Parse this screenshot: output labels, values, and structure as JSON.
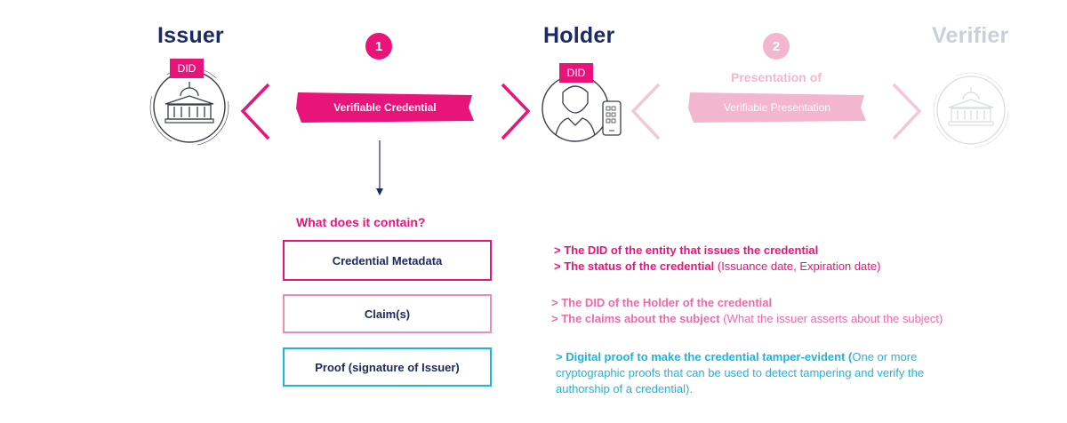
{
  "roles": {
    "issuer": "Issuer",
    "holder": "Holder",
    "verifier": "Verifier"
  },
  "steps": {
    "one": "1",
    "two": "2"
  },
  "did_tags": {
    "issuer": "DID",
    "holder": "DID"
  },
  "flow": {
    "credential_label": "Verifiable Credential",
    "presentation_title": "Presentation of",
    "presentation_label": "Verifiable Presentation"
  },
  "contents": {
    "question": "What does it contain?",
    "boxes": [
      {
        "label": "Credential Metadata"
      },
      {
        "label": "Claim(s)"
      },
      {
        "label": "Proof (signature of Issuer)"
      }
    ],
    "descriptions": [
      {
        "line1_bold": "> The DID of the entity that issues the credential",
        "line2_bold": "> The status of the credential",
        "line2_rest": " (Issuance date, Expiration date)"
      },
      {
        "line1_bold": "> The DID of the Holder of the credential",
        "line2_bold": "> The claims about the subject",
        "line2_rest": " (What the issuer asserts about the subject)"
      },
      {
        "bold": "> Digital proof to make the credential tamper-evident (",
        "rest": "One or more cryptographic proofs that can be used to detect tampering and verify the authorship of a credential)."
      }
    ]
  },
  "colors": {
    "navy": "#1b2a64",
    "magenta": "#e8147a",
    "pink": "#f08bb7",
    "light_pink": "#f3b6cf",
    "cyan": "#1fb4dd",
    "faded_gray": "#c9d0dc"
  },
  "icons": {
    "issuer": "government-building-icon",
    "holder": "person-icon",
    "phone": "smartphone-icon",
    "verifier": "government-building-icon"
  }
}
